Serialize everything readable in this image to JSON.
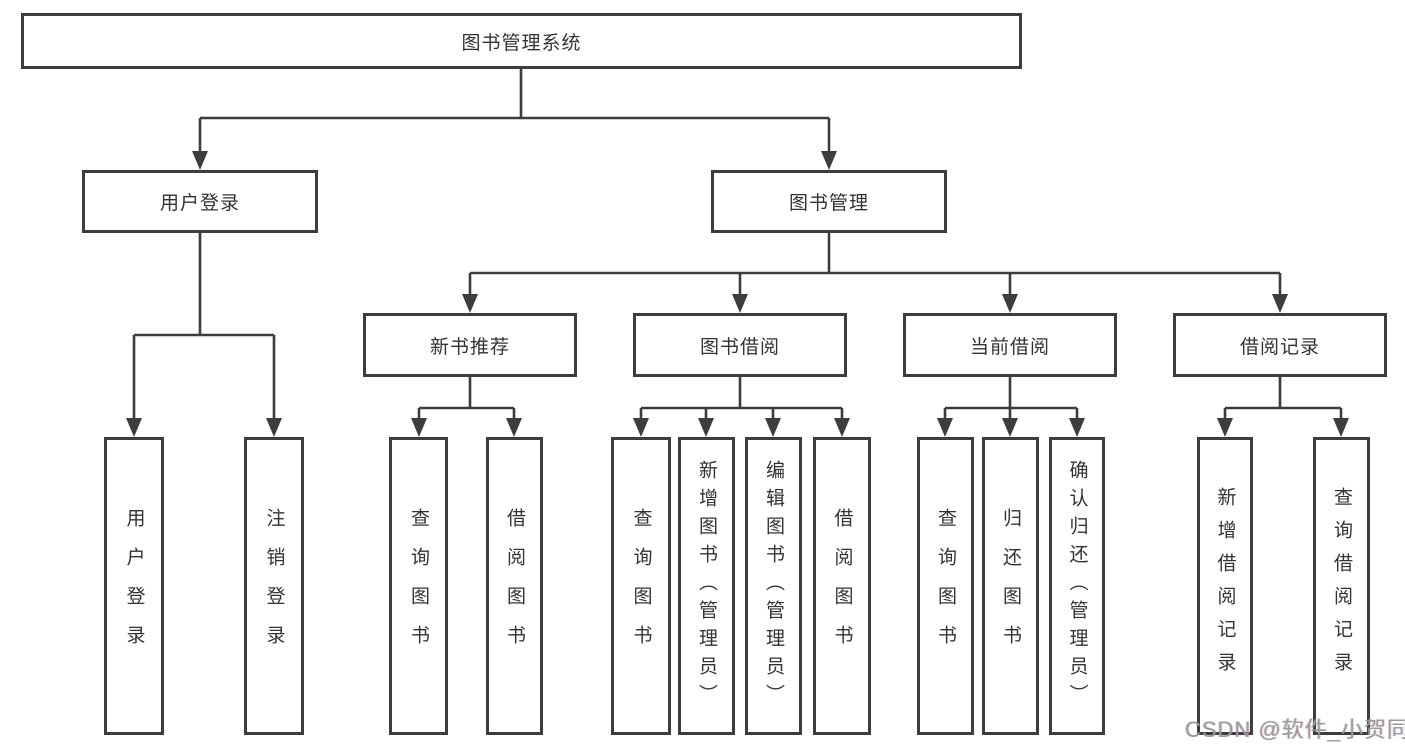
{
  "diagram": {
    "title": "图书管理系统",
    "colors": {
      "line": "#3d3d3d",
      "box_border": "#3d3d3d",
      "text": "#333333",
      "background": "#ffffff",
      "watermark": "#9b9b9b"
    },
    "nodes": {
      "root": {
        "label": "图书管理系统"
      },
      "user_login": {
        "label": "用户登录"
      },
      "book_mgmt": {
        "label": "图书管理"
      },
      "new_book": {
        "label": "新书推荐"
      },
      "book_borrow": {
        "label": "图书借阅"
      },
      "current_borrow": {
        "label": "当前借阅"
      },
      "borrow_record": {
        "label": "借阅记录"
      },
      "leaf_user_login": {
        "label": "用户登录"
      },
      "leaf_logout": {
        "label": "注销登录"
      },
      "leaf_nb_query": {
        "label": "查询图书"
      },
      "leaf_nb_borrow": {
        "label": "借阅图书"
      },
      "leaf_bb_query": {
        "label": "查询图书"
      },
      "leaf_bb_add": {
        "label": "新增图书（管理员）"
      },
      "leaf_bb_edit": {
        "label": "编辑图书（管理员）"
      },
      "leaf_bb_borrow": {
        "label": "借阅图书"
      },
      "leaf_cb_query": {
        "label": "查询图书"
      },
      "leaf_cb_return": {
        "label": "归还图书"
      },
      "leaf_cb_confirm": {
        "label": "确认归还（管理员）"
      },
      "leaf_br_add": {
        "label": "新增借阅记录"
      },
      "leaf_br_query": {
        "label": "查询借阅记录"
      }
    },
    "hierarchy": {
      "root": [
        "user_login",
        "book_mgmt"
      ],
      "user_login": [
        "leaf_user_login",
        "leaf_logout"
      ],
      "book_mgmt": [
        "new_book",
        "book_borrow",
        "current_borrow",
        "borrow_record"
      ],
      "new_book": [
        "leaf_nb_query",
        "leaf_nb_borrow"
      ],
      "book_borrow": [
        "leaf_bb_query",
        "leaf_bb_add",
        "leaf_bb_edit",
        "leaf_bb_borrow"
      ],
      "current_borrow": [
        "leaf_cb_query",
        "leaf_cb_return",
        "leaf_cb_confirm"
      ],
      "borrow_record": [
        "leaf_br_add",
        "leaf_br_query"
      ]
    }
  },
  "watermark": {
    "text": "CSDN @软件_小贺同学"
  }
}
